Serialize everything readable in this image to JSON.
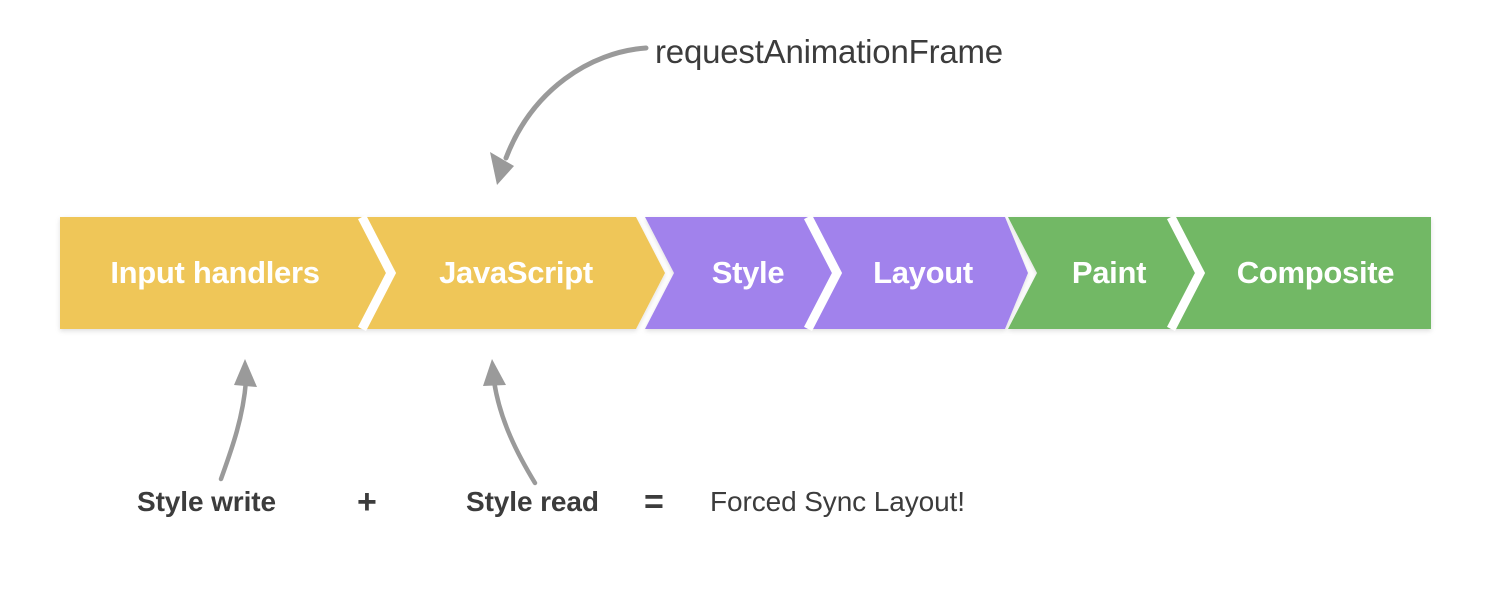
{
  "diagram": {
    "title_annotation": {
      "label": "requestAnimationFrame",
      "arrow_name": "raf-curved-arrow"
    },
    "pipeline": {
      "stages": [
        {
          "label": "Input handlers",
          "color": "#EFC658",
          "group": "js"
        },
        {
          "label": "JavaScript",
          "color": "#EFC658",
          "group": "js"
        },
        {
          "label": "Style",
          "color": "#A182EC",
          "group": "style-layout"
        },
        {
          "label": "Layout",
          "color": "#A182EC",
          "group": "style-layout"
        },
        {
          "label": "Paint",
          "color": "#72B865",
          "group": "paint-composite"
        },
        {
          "label": "Composite",
          "color": "#72B865",
          "group": "paint-composite"
        }
      ],
      "label_color": "#FFFFFF",
      "separator_color": "#FFFFFF"
    },
    "bottom_annotation": {
      "term_one": "Style write",
      "operator_plus": "+",
      "term_two": "Style read",
      "operator_equals": "=",
      "result": "Forced Sync Layout!",
      "arrow_one_name": "style-write-arrow",
      "arrow_two_name": "style-read-arrow"
    },
    "colors": {
      "yellow": "#EFC658",
      "purple": "#A182EC",
      "green": "#72B865",
      "arrow_gray": "#9A9A9A",
      "text_dark": "#3c3c3c",
      "background": "#FFFFFF"
    }
  }
}
